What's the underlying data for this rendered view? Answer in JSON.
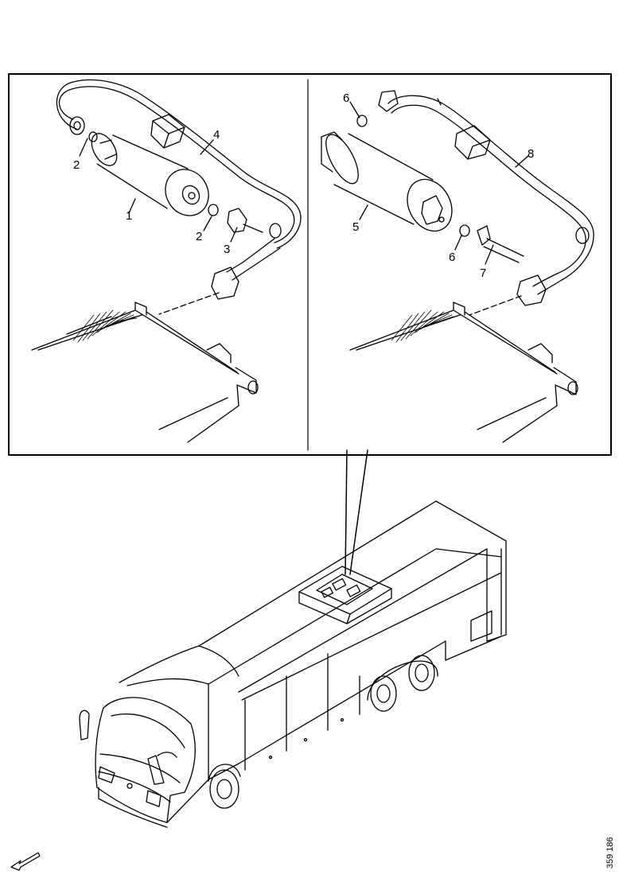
{
  "callouts_left": [
    "1",
    "2",
    "2",
    "3",
    "4"
  ],
  "callouts_right": [
    "5",
    "6",
    "6",
    "7",
    "8"
  ],
  "drawing_reference": "359 186",
  "colors": {
    "line": "#000000",
    "background": "#ffffff"
  },
  "icons": {
    "direction": "arrow-forward-icon"
  }
}
